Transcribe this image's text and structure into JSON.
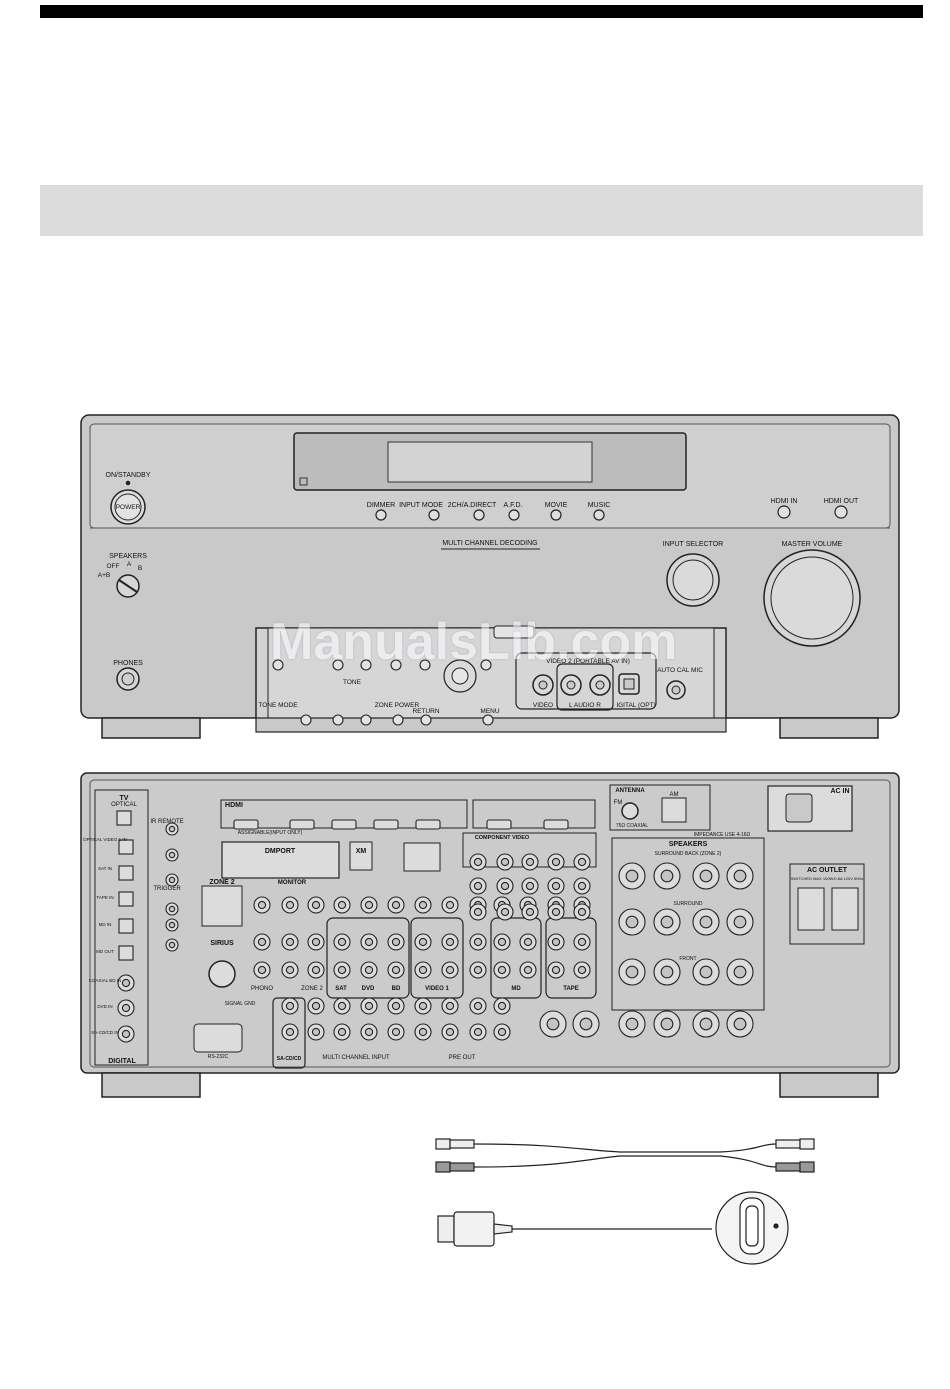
{
  "front_panel": {
    "on_standby": "ON/STANDBY",
    "power": "POWER",
    "display_buttons": [
      "DIMMER",
      "INPUT MODE",
      "2CH/A.DIRECT",
      "A.F.D.",
      "MOVIE",
      "MUSIC"
    ],
    "hdmi_in": "HDMI IN",
    "hdmi_out": "HDMI OUT",
    "multi_channel_decoding": "MULTI CHANNEL DECODING",
    "input_selector": "INPUT SELECTOR",
    "master_volume": "MASTER VOLUME",
    "speakers": "SPEAKERS",
    "speakers_off": "OFF",
    "speakers_a": "A",
    "speakers_b": "B",
    "speakers_ab": "A+B",
    "phones": "PHONES",
    "tone_mode": "TONE MODE",
    "tone": "TONE",
    "zone_power": "ZONE POWER",
    "return": "RETURN",
    "menu": "MENU",
    "video2_label": "VIDEO 2 (PORTABLE AV IN)",
    "video": "VIDEO",
    "audio_lr": "L  AUDIO  R",
    "digital_opt": "IGITAL (OPT)",
    "auto_cal_mic": "AUTO CAL MIC"
  },
  "rear_panel": {
    "tv": "TV",
    "optical": "OPTICAL",
    "ir_remote": "IR REMOTE",
    "trigger": "TRIGGER",
    "digital_inputs": [
      "OPTICAL VIDEO 1 IN",
      "SAT IN",
      "TAPE IN",
      "MD IN",
      "MD OUT",
      "COAXIAL BD IN",
      "DVD IN",
      "SA-CD/CD IN"
    ],
    "digital": "DIGITAL",
    "hdmi": "HDMI",
    "assignable": "ASSIGNABLE(INPUT ONLY)",
    "dmport": "DMPORT",
    "xm": "XM",
    "zone2": "ZONE 2",
    "sirius": "SIRIUS",
    "rs232c": "RS-232C",
    "signal_gnd": "SIGNAL GND",
    "monitor": "MONITOR",
    "component_video": "COMPONENT VIDEO",
    "groups": [
      "PHONO",
      "ZONE 2",
      "SAT",
      "DVD",
      "BD",
      "VIDEO 1",
      "MD",
      "TAPE",
      "SA-CD/CD"
    ],
    "multi_channel_input": "MULTI CHANNEL INPUT",
    "pre_out": "PRE OUT",
    "antenna": "ANTENNA",
    "fm": "FM",
    "fm_coaxial": "75Ω COAXIAL",
    "am": "AM",
    "impedance": "IMPEDANCE USE 4-16Ω",
    "speakers": "SPEAKERS",
    "surround_back": "SURROUND BACK (ZONE 2)",
    "surround": "SURROUND",
    "front": "FRONT",
    "ac_in": "AC IN",
    "ac_outlet": "AC OUTLET",
    "switched": "SWITCHED MAX 100W/0.8A 120V 60Hz"
  },
  "watermark": "ManualsLib.com"
}
